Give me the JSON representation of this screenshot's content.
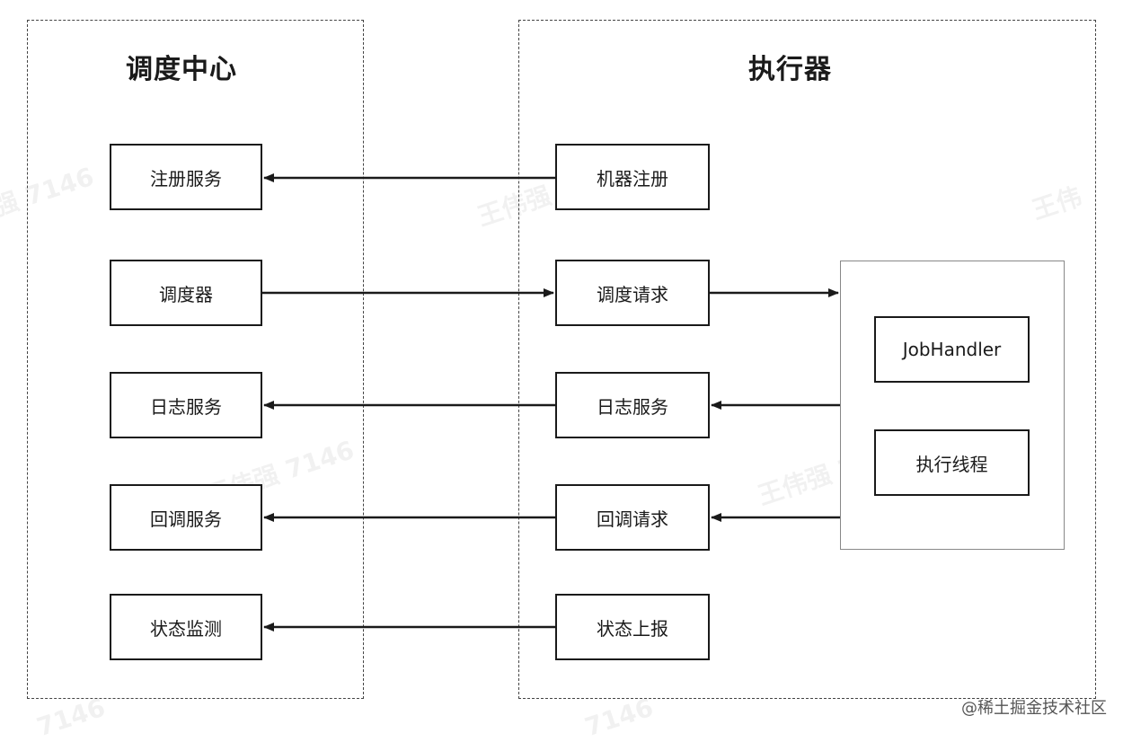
{
  "center": {
    "title": "调度中心",
    "boxes": {
      "register": "注册服务",
      "scheduler": "调度器",
      "log": "日志服务",
      "callback": "回调服务",
      "monitor": "状态监测"
    }
  },
  "executor": {
    "title": "执行器",
    "boxes": {
      "register": "机器注册",
      "schedule_request": "调度请求",
      "log": "日志服务",
      "callback_request": "回调请求",
      "status_report": "状态上报"
    },
    "handler": {
      "job_handler": "JobHandler",
      "exec_thread": "执行线程"
    }
  },
  "watermarks": [
    "强 7146",
    "王伟强",
    "王伟",
    "王伟强 7146",
    "王伟强 7146",
    "7146",
    "7146"
  ],
  "footer": "@稀土掘金技术社区"
}
